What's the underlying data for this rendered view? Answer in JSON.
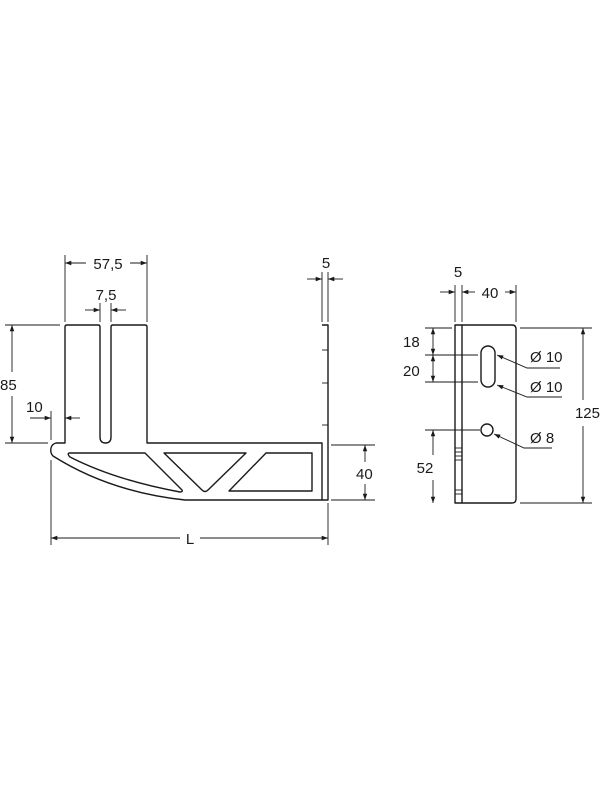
{
  "drawing": {
    "side_view": {
      "dim_width_top": "57,5",
      "dim_slot": "7,5",
      "dim_height": "85",
      "dim_lip": "10",
      "dim_plate": "5",
      "dim_base_height": "40",
      "dim_length": "L"
    },
    "front_view": {
      "dim_thickness": "5",
      "dim_width": "40",
      "dim_total_height": "125",
      "dim_top_offset": "18",
      "dim_slot_length": "20",
      "dim_hole_height": "52",
      "hole_label_1": "Ø 10",
      "hole_label_2": "Ø 10",
      "hole_label_3": "Ø 8"
    }
  }
}
